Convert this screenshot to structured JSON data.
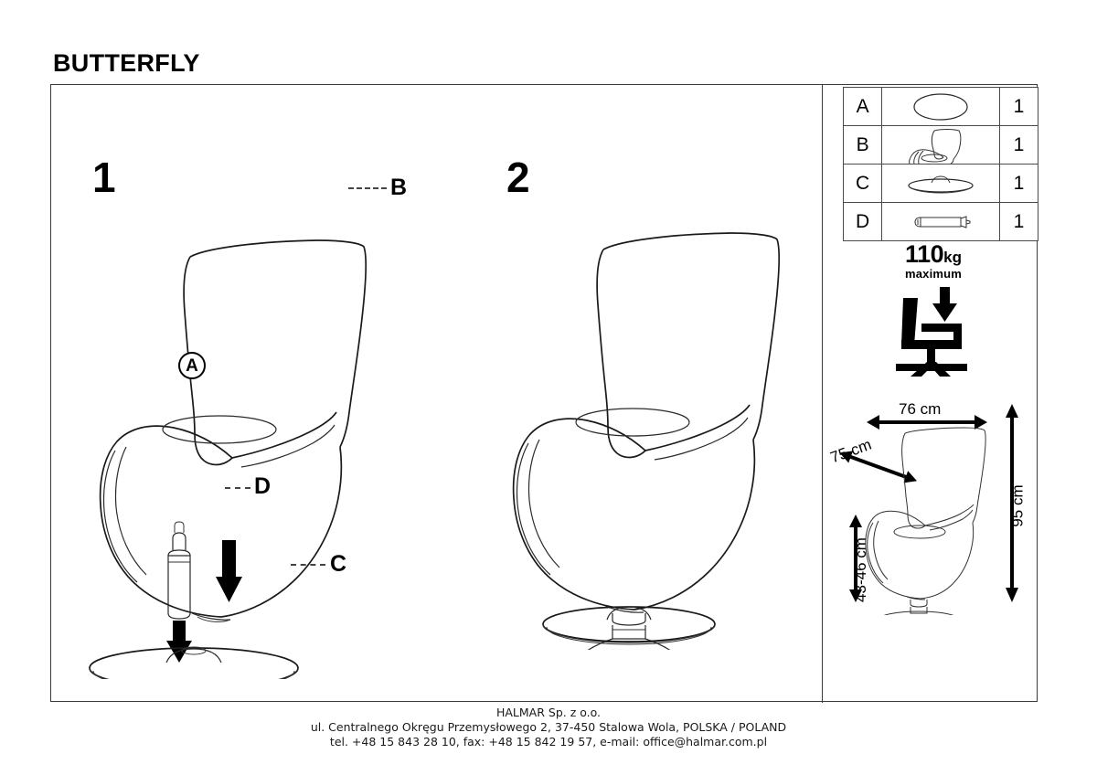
{
  "page_title": "BUTTERFLY",
  "steps": [
    {
      "number": "1"
    },
    {
      "number": "2"
    }
  ],
  "callouts": {
    "a": "A",
    "b": "B",
    "c": "C",
    "d": "D"
  },
  "parts_table": {
    "rows": [
      {
        "letter": "A",
        "figure": "seat-cushion-oval",
        "qty": "1"
      },
      {
        "letter": "B",
        "figure": "chair-shell",
        "qty": "1"
      },
      {
        "letter": "C",
        "figure": "base-disc",
        "qty": "1"
      },
      {
        "letter": "D",
        "figure": "gas-lift-cylinder",
        "qty": "1"
      }
    ]
  },
  "weight_rating": {
    "value": "110",
    "unit": "kg",
    "note": "maximum",
    "icon": "chair-weight-limit-icon"
  },
  "dimensions": {
    "width": "76 cm",
    "depth": "75 cm",
    "height": "95 cm",
    "seat_height": "43-46 cm"
  },
  "footer": {
    "line1": "HALMAR Sp. z o.o.",
    "line2": "ul. Centralnego Okręgu Przemysłowego 2, 37-450 Stalowa Wola, POLSKA / POLAND",
    "line3": "tel. +48 15 843 28 10, fax: +48 15 842 19 57, e-mail: office@halmar.com.pl"
  },
  "colors": {
    "line": "#1a1a1a",
    "frame": "#3a3a3a",
    "background": "#ffffff"
  }
}
